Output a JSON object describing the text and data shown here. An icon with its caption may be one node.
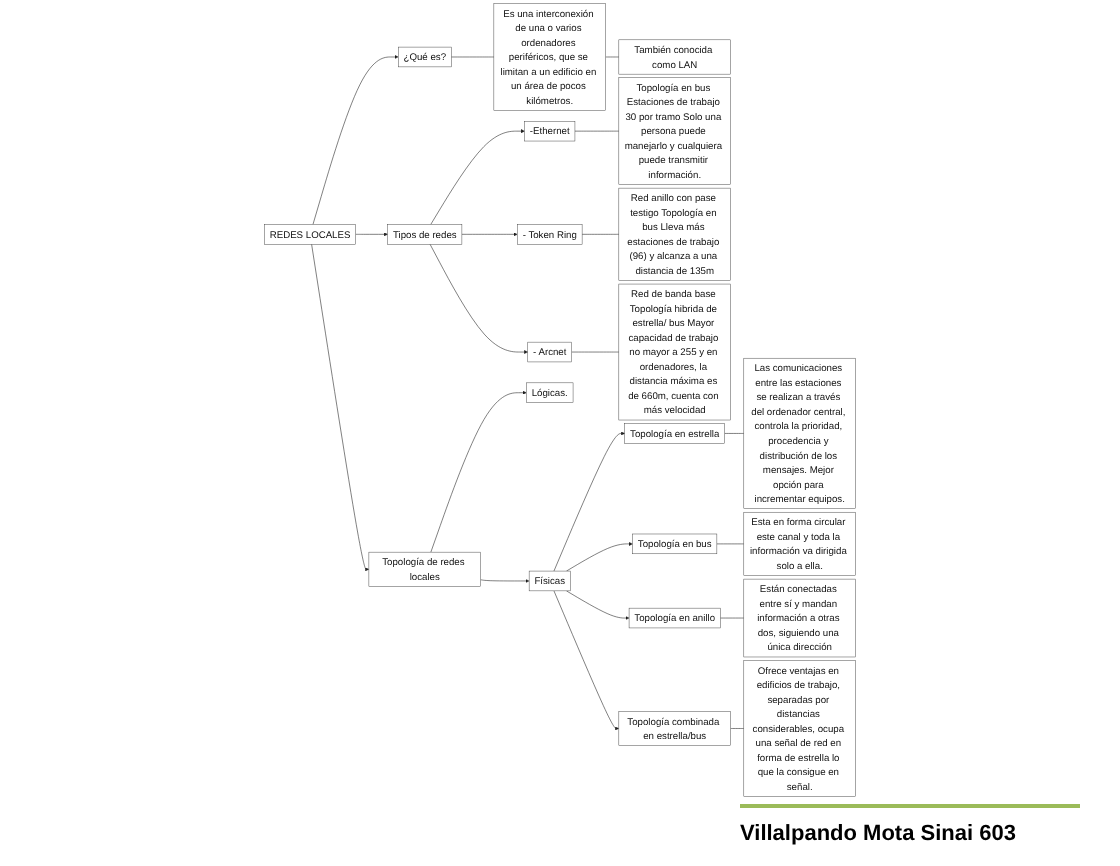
{
  "diagram": {
    "nodes": [
      {
        "text": [
          "REDES LOCALES"
        ]
      },
      {
        "text": [
          "¿Qué es?"
        ]
      },
      {
        "text": [
          "Es una interconexión de una o varios ordenadores periféricos, que se limitan a un edificio en un área de pocos kilómetros."
        ]
      },
      {
        "text": [
          "También conocida como LAN"
        ]
      },
      {
        "text": [
          "Tipos de redes"
        ]
      },
      {
        "text": [
          "-Ethernet"
        ]
      },
      {
        "text": [
          "Topología en bus Estaciones de trabajo 30 por tramo Solo una persona puede manejarlo y cualquiera puede transmitir información."
        ]
      },
      {
        "text": [
          "- Token Ring"
        ]
      },
      {
        "text": [
          "Red anillo con pase testigo Topología en bus Lleva más estaciones de trabajo (96) y alcanza a una distancia de 135m"
        ]
      },
      {
        "text": [
          "- Arcnet"
        ]
      },
      {
        "text": [
          "Red de banda base Topología hibrida de estrella/ bus Mayor capacidad de trabajo no mayor a 255 y en ordenadores, la distancia máxima es de 660m, cuenta con más velocidad"
        ]
      },
      {
        "text": [
          "Topología de redes locales"
        ]
      },
      {
        "text": [
          "Lógicas."
        ]
      },
      {
        "text": [
          "Físicas"
        ]
      },
      {
        "text": [
          "Topología en estrella"
        ]
      },
      {
        "text": [
          "Las comunicaciones entre las estaciones se realizan a través del ordenador central, controla la prioridad, procedencia y distribución de los mensajes. Mejor opción para incrementar equipos."
        ]
      },
      {
        "text": [
          "Topología en bus"
        ]
      },
      {
        "text": [
          "Esta en forma circular este canal y toda la información va dirigida solo a ella."
        ]
      },
      {
        "text": [
          "Topología en anillo"
        ]
      },
      {
        "text": [
          "Están conectadas entre sí y mandan información a otras dos, siguiendo una única dirección"
        ]
      },
      {
        "text": [
          "Topología combinada en estrella/bus"
        ]
      },
      {
        "text": [
          "Ofrece ventajas en edificios de trabajo, separadas por distancias considerables, ocupa una señal de red en forma de estrella lo que la consigue en señal."
        ]
      }
    ],
    "edges": [
      {
        "from": 0,
        "to": 1,
        "arrow": "to"
      },
      {
        "from": 1,
        "to": 2,
        "arrow": "none"
      },
      {
        "from": 2,
        "to": 3,
        "arrow": "none"
      },
      {
        "from": 0,
        "to": 4,
        "arrow": "to"
      },
      {
        "from": 4,
        "to": 5,
        "arrow": "to"
      },
      {
        "from": 5,
        "to": 6,
        "arrow": "none"
      },
      {
        "from": 4,
        "to": 7,
        "arrow": "to"
      },
      {
        "from": 7,
        "to": 8,
        "arrow": "none"
      },
      {
        "from": 4,
        "to": 9,
        "arrow": "to"
      },
      {
        "from": 9,
        "to": 10,
        "arrow": "none"
      },
      {
        "from": 0,
        "to": 11,
        "arrow": "to"
      },
      {
        "from": 11,
        "to": 12,
        "arrow": "to"
      },
      {
        "from": 11,
        "to": 13,
        "arrow": "to"
      },
      {
        "from": 13,
        "to": 14,
        "arrow": "to"
      },
      {
        "from": 14,
        "to": 15,
        "arrow": "none"
      },
      {
        "from": 13,
        "to": 16,
        "arrow": "to"
      },
      {
        "from": 16,
        "to": 17,
        "arrow": "none"
      },
      {
        "from": 13,
        "to": 18,
        "arrow": "to"
      },
      {
        "from": 18,
        "to": 19,
        "arrow": "none"
      },
      {
        "from": 13,
        "to": 20,
        "arrow": "to"
      },
      {
        "from": 20,
        "to": 21,
        "arrow": "none"
      }
    ],
    "labels": [
      "Villalpando Mota Sinai 603"
    ]
  }
}
